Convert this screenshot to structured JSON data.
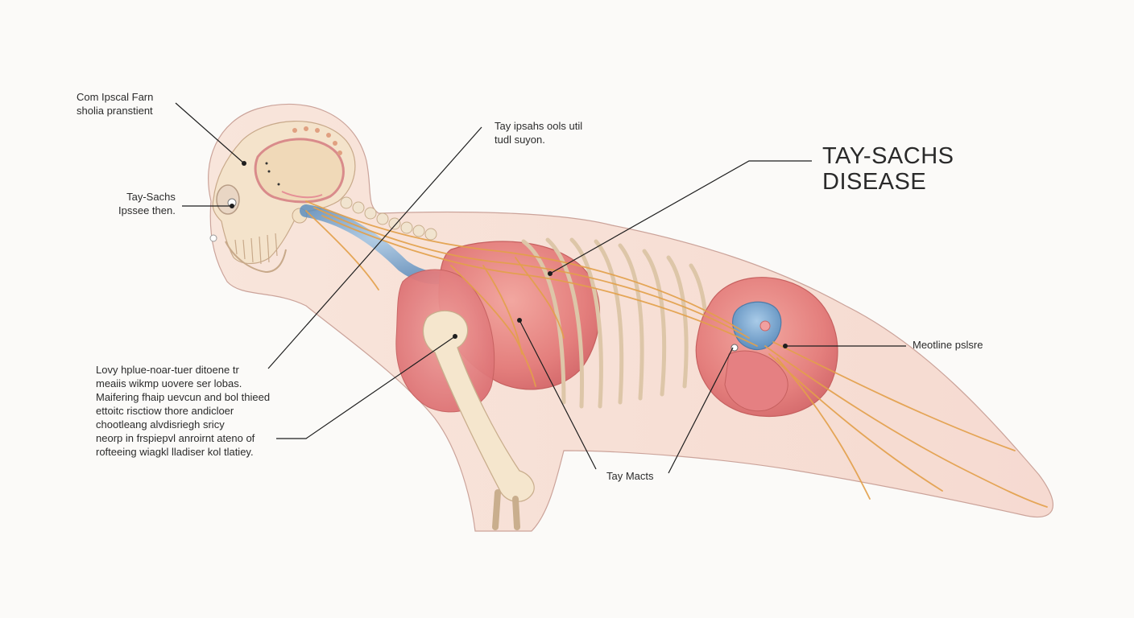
{
  "title": "TAY-SACHS\nDISEASE",
  "labels": {
    "top_left": "Com Ipscal Farn\nsholia pranstient",
    "top_center": "Tay ipsahs ools util\ntudl suyon.",
    "left_middle": "Tay-Sachs\nIpssee then.",
    "left_paragraph": "Lovy hplue-noar-tuer ditoene tr\nmeaiis wikmp uovere ser lobas.\nMaifering fhaip uevcun and bol thieed\nettoitc risctiow thore andicloer\nchootleang alvdisriegh sricy\nneorp in frspiepvl anroirnt ateno of\nrofteeing wiagkl lladiser kol tlatiey.",
    "right_middle": "Meotline pslsre",
    "bottom_center": "Tay Macts"
  },
  "colors": {
    "background": "#fbfaf8",
    "skin": "#f6ddd3",
    "bone": "#f3e3c7",
    "organ": "#e98787",
    "nerve": "#e7a24d",
    "spine_blue": "#8fb6d8",
    "leader_line": "#1e1e1e"
  }
}
